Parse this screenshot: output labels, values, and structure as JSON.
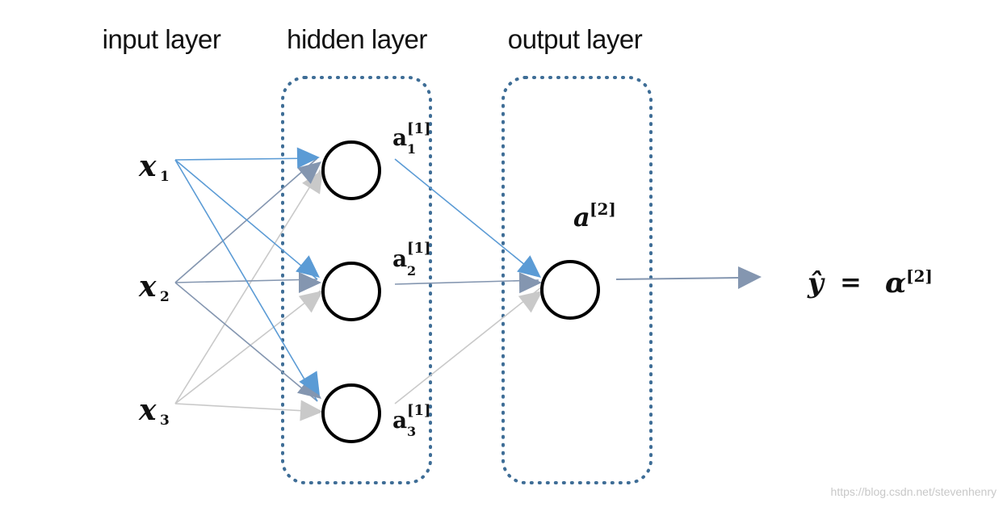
{
  "layers": {
    "input": "input layer",
    "hidden": "hidden layer",
    "output": "output layer"
  },
  "inputs": [
    {
      "var": "x",
      "sub": "1"
    },
    {
      "var": "x",
      "sub": "2"
    },
    {
      "var": "x",
      "sub": "3"
    }
  ],
  "hidden": [
    {
      "var": "a",
      "sup": "[1]",
      "sub": "1"
    },
    {
      "var": "a",
      "sup": "[1]",
      "sub": "2"
    },
    {
      "var": "a",
      "sup": "[1]",
      "sub": "3"
    }
  ],
  "output": {
    "var": "a",
    "sup": "[2]"
  },
  "result": {
    "lhs": "ŷ",
    "eq": "=",
    "rhs_var": "α",
    "rhs_sup": "[2]"
  },
  "watermark": "https://blog.csdn.net/stevenhenry",
  "colors": {
    "blue": "#5b9bd5",
    "slate": "#8496b0",
    "gray": "#c9c9c9",
    "box": "#3e6d96",
    "arrow_out": "#8496b0"
  }
}
